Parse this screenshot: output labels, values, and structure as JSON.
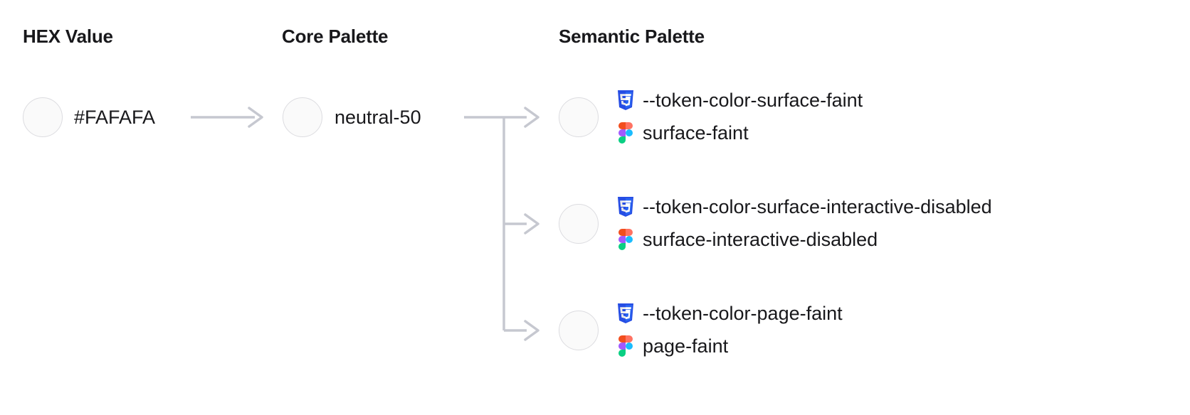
{
  "columns": [
    {
      "id": "hex",
      "title": "HEX Value"
    },
    {
      "id": "core",
      "title": "Core Palette"
    },
    {
      "id": "semantic",
      "title": "Semantic Palette"
    }
  ],
  "hex": {
    "swatch_color": "#FAFAFA",
    "value": "#FAFAFA"
  },
  "core": {
    "swatch_color": "#FAFAFA",
    "value": "neutral-50"
  },
  "semantic": {
    "swatch_color": "#FAFAFA",
    "rows": [
      {
        "css_icon": "css3-icon",
        "css_token": "--token-color-surface-faint",
        "figma_icon": "figma-icon",
        "figma_token": "surface-faint"
      },
      {
        "css_icon": "css3-icon",
        "css_token": "--token-color-surface-interactive-disabled",
        "figma_icon": "figma-icon",
        "figma_token": "surface-interactive-disabled"
      },
      {
        "css_icon": "css3-icon",
        "css_token": "--token-color-page-faint",
        "figma_icon": "figma-icon",
        "figma_token": "page-faint"
      }
    ]
  },
  "theme": {
    "background": "#ffffff",
    "text": "#18181b",
    "swatch_border": "#dcdce0",
    "connector": "#c6c8d0",
    "css_icon_blue": "#264DE4",
    "css_icon_blue_dark": "#2965F1",
    "figma_orange": "#F24E1E",
    "figma_red": "#FF7262",
    "figma_purple": "#A259FF",
    "figma_blue": "#1ABCFE",
    "figma_green": "#0ACF83"
  },
  "connectors": {
    "arrow_hex_to_core": "straight-arrow",
    "arrow_core_to_semantic": "branching-arrow-3"
  }
}
